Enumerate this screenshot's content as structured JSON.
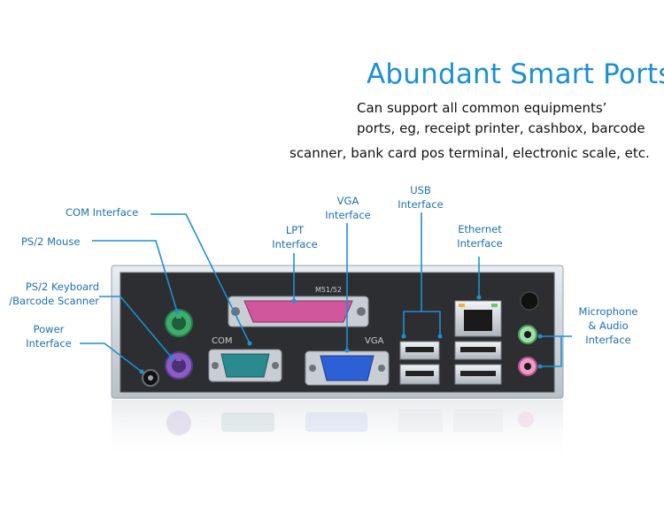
{
  "heading": "Abundant Smart Ports",
  "description": {
    "line1": "Can support all common equipments’",
    "line2": "ports, eg, receipt printer, cashbox, barcode",
    "line3": "scanner, bank card pos terminal, electronic scale, etc."
  },
  "ports": {
    "com": "COM Interface",
    "ps2_mouse": "PS/2 Mouse",
    "ps2_keyboard_1": "PS/2 Keyboard",
    "ps2_keyboard_2": "/Barcode Scanner",
    "power_1": "Power",
    "power_2": "Interface",
    "lpt_1": "LPT",
    "lpt_2": "Interface",
    "vga_1": "VGA",
    "vga_2": "Interface",
    "usb_1": "USB",
    "usb_2": "Interface",
    "ethernet_1": "Ethernet",
    "ethernet_2": "Interface",
    "audio_1": "Microphone",
    "audio_2": "& Audio",
    "audio_3": "Interface"
  },
  "panel_markings": {
    "com": "COM",
    "vga": "VGA",
    "model": "M51/52"
  },
  "colors": {
    "accent": "#1b8fd6",
    "callout": "#1f8fd0",
    "ps2_mouse": "#3dae6a",
    "ps2_keyboard": "#8a5cc6",
    "lpt": "#d0579c",
    "com": "#2b8a8e",
    "vga": "#2d5fd6"
  }
}
